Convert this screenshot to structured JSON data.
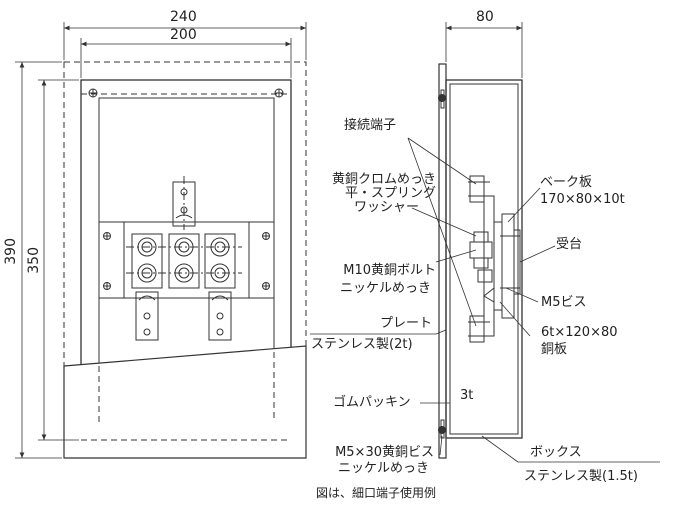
{
  "dimensions": {
    "width_outer": "240",
    "width_inner": "200",
    "height_outer": "390",
    "height_inner": "350",
    "depth": "80"
  },
  "labels": {
    "terminal": "接続端子",
    "washer_line1": "黄銅クロムめっき",
    "washer_line2": "平・スプリング",
    "washer_line3": "ワッシャー",
    "bolt_line1": "M10黄銅ボルト",
    "bolt_line2": "ニッケルめっき",
    "plate_line1": "プレート",
    "plate_line2": "ステンレス製(2t)",
    "gasket": "ゴムパッキン",
    "gasket_thickness": "3t",
    "screw_line1": "M5×30黄銅ビス",
    "screw_line2": "ニッケルめっき",
    "bakelite_line1": "ベーク板",
    "bakelite_line2": "170×80×10t",
    "receiver": "受台",
    "m5_screw": "M5ビス",
    "copper_line1": "6t×120×80",
    "copper_line2": "銅板",
    "box_line1": "ボックス",
    "box_line2": "ステンレス製(1.5t)",
    "caption": "図は、細口端子使用例"
  }
}
